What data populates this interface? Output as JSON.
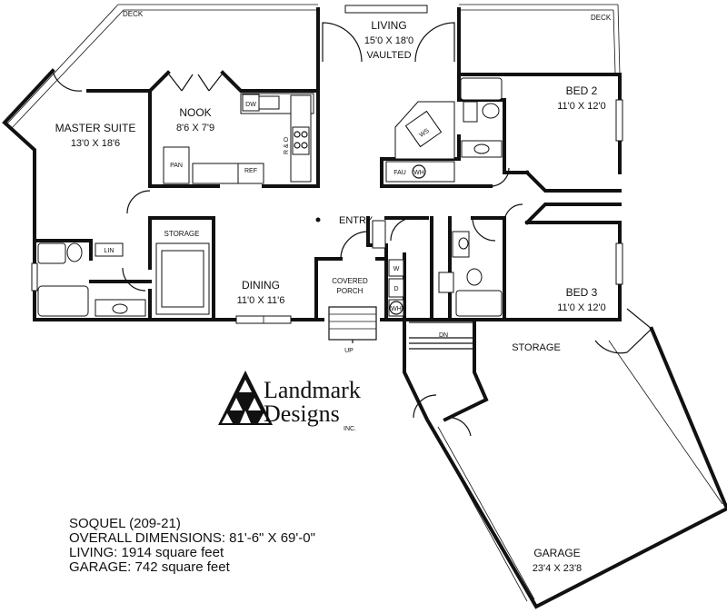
{
  "rooms": {
    "deck_left": "DECK",
    "deck_right": "DECK",
    "living": "LIVING",
    "living_dim": "15'0 X 18'0",
    "living_note": "VAULTED",
    "master": "MASTER SUITE",
    "master_dim": "13'0 X 18'6",
    "nook": "NOOK",
    "nook_dim": "8'6 X 7'9",
    "bed2": "BED 2",
    "bed2_dim": "11'0 X 12'0",
    "bed3": "BED 3",
    "bed3_dim": "11'0 X 12'0",
    "entry": "ENTRY",
    "dining": "DINING",
    "dining_dim": "11'0 X 11'6",
    "storage_small": "STORAGE",
    "storage_garage": "STORAGE",
    "covered_porch_1": "COVERED",
    "covered_porch_2": "PORCH",
    "garage": "GARAGE",
    "garage_dim": "23'4 X 23'8"
  },
  "fixtures": {
    "dw": "DW",
    "pan": "PAN",
    "ref": "REF",
    "r_and_o": "R & O",
    "fau": "FAU",
    "wh_top": "WH",
    "wh_bottom": "WH",
    "ws": "WS",
    "lin": "LIN",
    "washer": "W",
    "dryer": "D",
    "up": "UP",
    "dn": "DN"
  },
  "logo": {
    "line1": "Landmark",
    "line2": "Designs",
    "suffix": "INC."
  },
  "info": {
    "name": "SOQUEL (209-21)",
    "dimensions": "OVERALL DIMENSIONS: 81'-6\" X 69'-0\"",
    "living": "LIVING: 1914 square feet",
    "garage": "GARAGE: 742 square feet"
  }
}
